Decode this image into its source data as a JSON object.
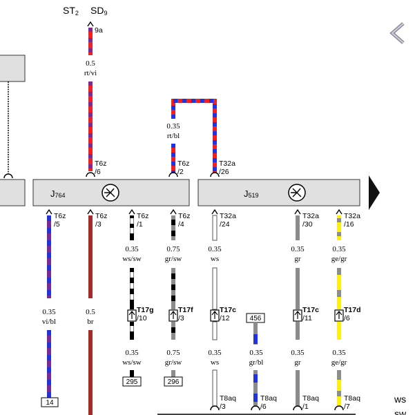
{
  "header": {
    "st": "ST",
    "st_sub": "2",
    "sd": "SD",
    "sd_sub": "9",
    "fuse_pin": "9a"
  },
  "components": {
    "j764": {
      "main": "J",
      "sub": "764"
    },
    "j519": {
      "main": "J",
      "sub": "519"
    }
  },
  "wires_top": {
    "fuse_wire": {
      "size": "0.5",
      "color": "rt/vi"
    },
    "loop_wire": {
      "size": "0.35",
      "color": "rt/bl"
    }
  },
  "top_connectors": {
    "j764_pin6": {
      "plug": "T6z",
      "pin": "/6"
    },
    "j764_pin2": {
      "plug": "T6z",
      "pin": "/2"
    },
    "j519_pin26": {
      "plug": "T32a",
      "pin": "/26"
    }
  },
  "bottom_connectors": [
    {
      "plug": "T6z",
      "pin": "/5"
    },
    {
      "plug": "T6z",
      "pin": "/3"
    },
    {
      "plug": "T6z",
      "pin": "/1"
    },
    {
      "plug": "T6z",
      "pin": "/4"
    },
    {
      "plug": "T32a",
      "pin": "/24"
    },
    {
      "plug": "T32a",
      "pin": "/30"
    },
    {
      "plug": "T32a",
      "pin": "/16"
    }
  ],
  "wire_labels": {
    "w1": {
      "size": "0.35",
      "color": "vi/bl"
    },
    "w2": {
      "size": "0.5",
      "color": "br"
    },
    "w3a": {
      "size": "0.35",
      "color": "ws/sw"
    },
    "w3b": {
      "size": "0.35",
      "color": "ws/sw"
    },
    "w4a": {
      "size": "0.75",
      "color": "gr/sw"
    },
    "w4b": {
      "size": "0.75",
      "color": "gr/sw"
    },
    "w5a": {
      "size": "0.35",
      "color": "ws"
    },
    "w5b": {
      "size": "0.35",
      "color": "ws"
    },
    "w6": {
      "size": "0.35",
      "color": "gr/bl"
    },
    "w7a": {
      "size": "0.35",
      "color": "gr"
    },
    "w7b": {
      "size": "0.35",
      "color": "gr"
    },
    "w8a": {
      "size": "0.35",
      "color": "ge/gr"
    },
    "w8b": {
      "size": "0.35",
      "color": "ge/gr"
    }
  },
  "inline_connectors": [
    {
      "plug": "T17g",
      "pin": "/10"
    },
    {
      "plug": "T17f",
      "pin": "/3"
    },
    {
      "plug": "T17c",
      "pin": "/12"
    },
    {
      "plug": "T17c",
      "pin": "/11"
    },
    {
      "plug": "T17d",
      "pin": "/6"
    }
  ],
  "terminals": {
    "t14": "14",
    "t295": "295",
    "t296": "296",
    "t456": "456"
  },
  "lower_connectors": [
    {
      "plug": "T8aq",
      "pin": "/3"
    },
    {
      "plug": "T8aq",
      "pin": "/6"
    },
    {
      "plug": "T8aq",
      "pin": "/1"
    },
    {
      "plug": "T8aq",
      "pin": "/7"
    }
  ],
  "legend": {
    "line1": "ws",
    "line2": "sw"
  },
  "nav": {
    "prev_icon": "chevron-left-icon",
    "next_icon": "triangle-right-icon"
  },
  "colors": {
    "red": "#ee2222",
    "blue": "#2233dd",
    "violet": "#7a2a90",
    "brown": "#a52a2a",
    "grey": "#8c8c8c",
    "yellow": "#ffee11",
    "black": "#000000",
    "box_fill": "#e0e0e0"
  }
}
